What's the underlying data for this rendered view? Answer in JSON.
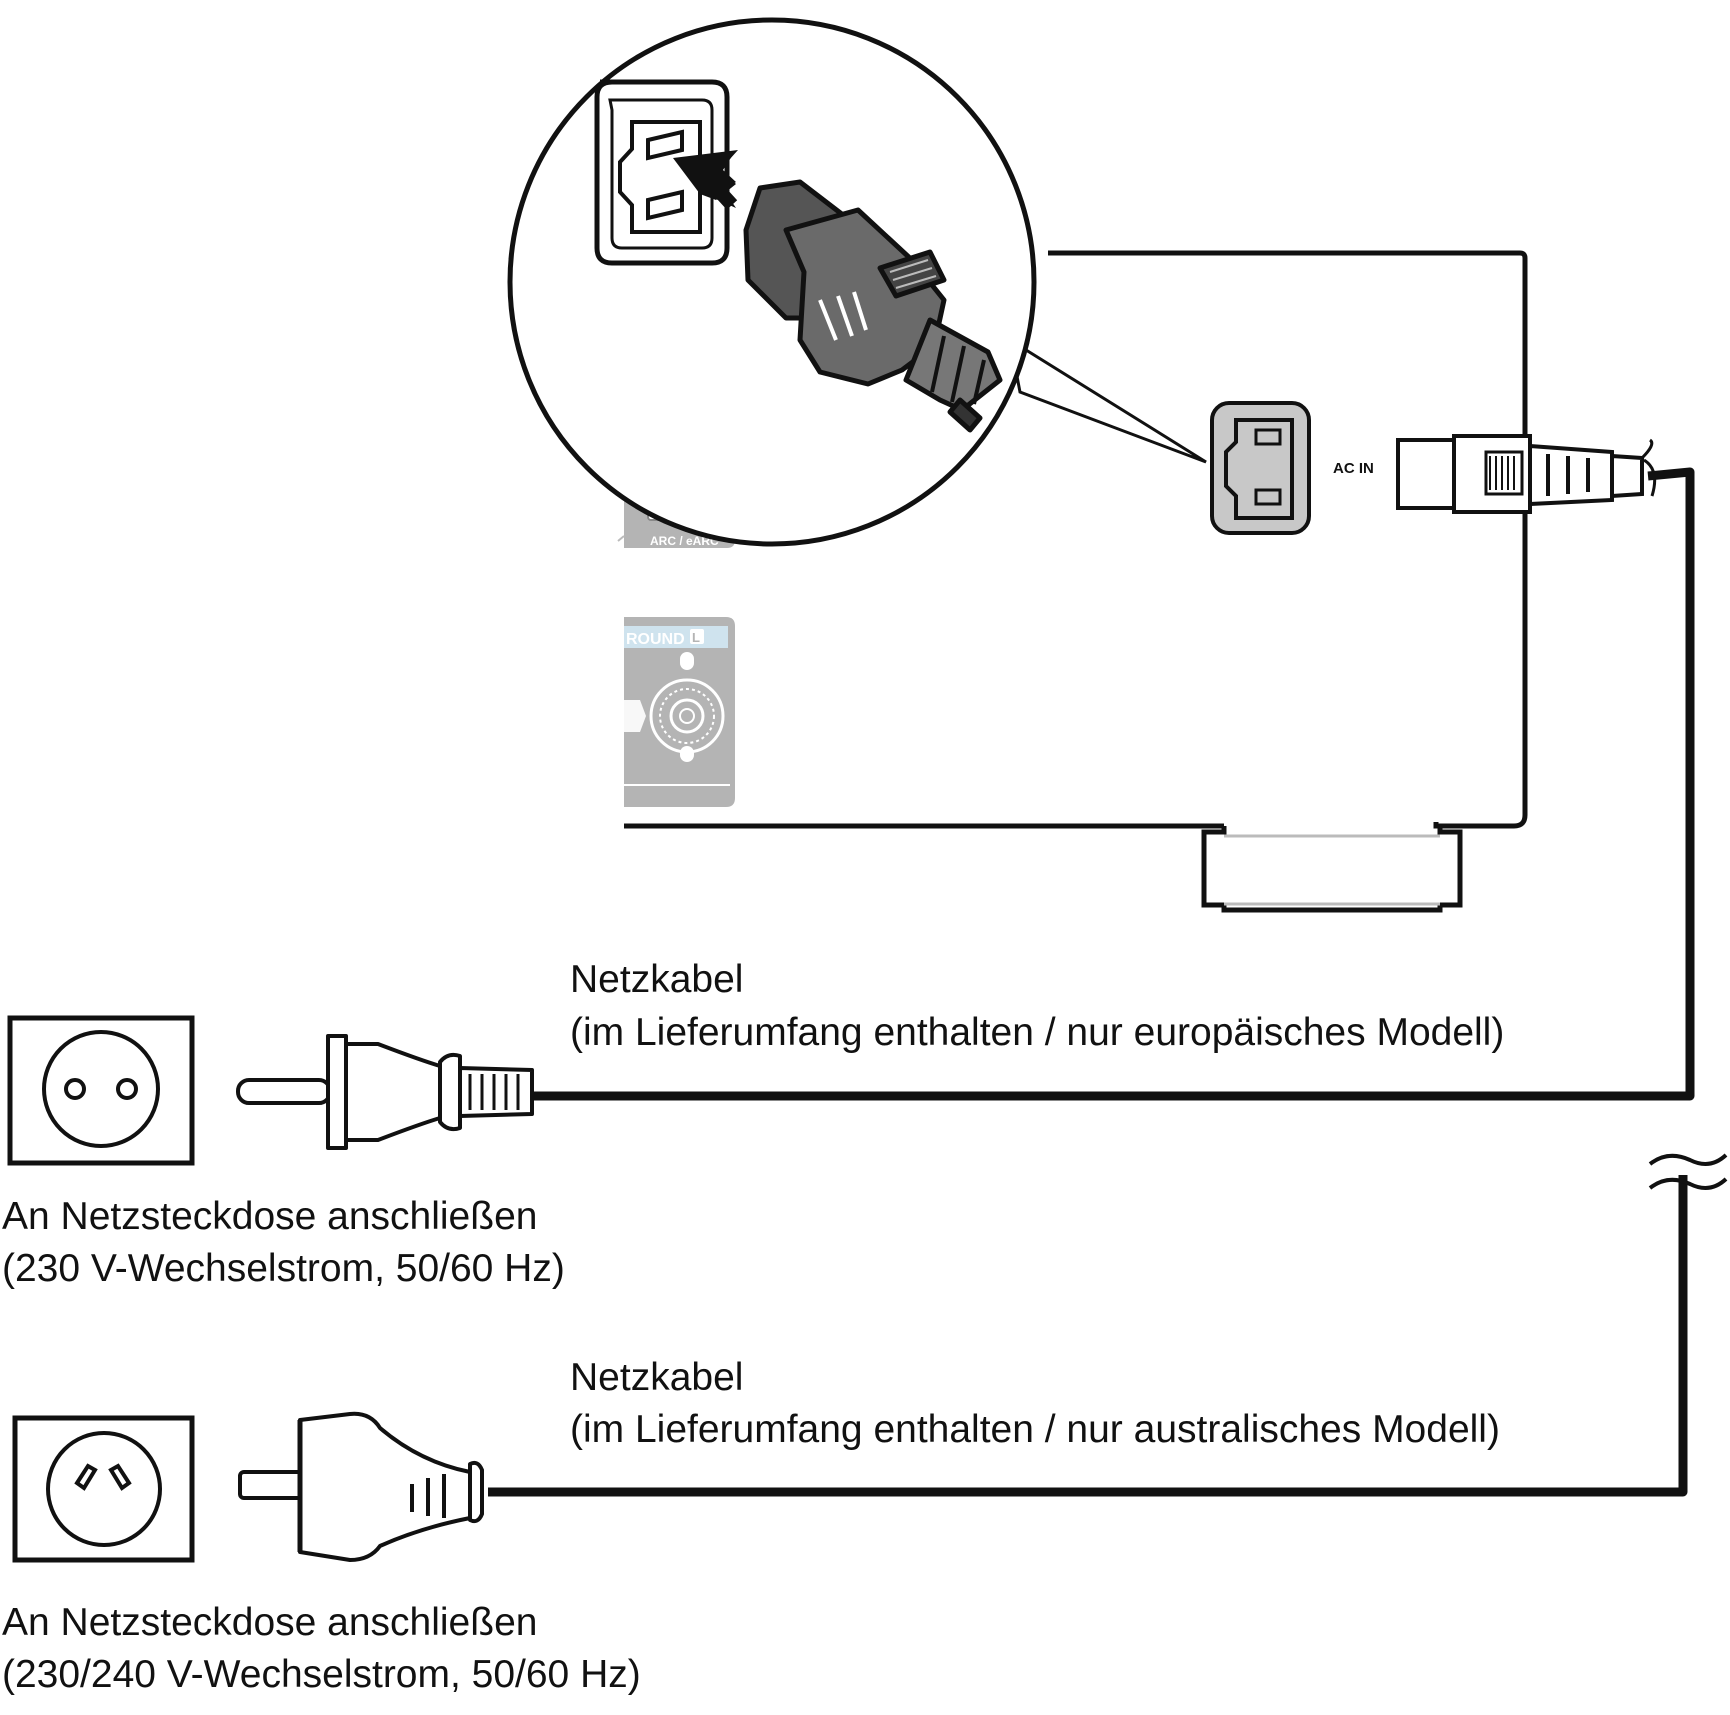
{
  "device": {
    "ac_in_label": "AC IN",
    "arc_label": "ARC / eARC",
    "surround_label": "ROUND",
    "surround_channel": "L"
  },
  "cables": [
    {
      "title": "Netzkabel",
      "note": "(im Lieferumfang enthalten / nur europäisches Modell)",
      "outlet_title": "An Netzsteckdose anschließen",
      "outlet_spec": "(230 V-Wechselstrom, 50/60 Hz)"
    },
    {
      "title": "Netzkabel",
      "note": "(im Lieferumfang enthalten / nur australisches Modell)",
      "outlet_title": "An Netzsteckdose anschließen",
      "outlet_spec": "(230/240 V-Wechselstrom, 50/60 Hz)"
    }
  ],
  "colors": {
    "line": "#111111",
    "inlet_fill": "#c8c8c8",
    "panel_fill": "#b4b4b4",
    "label_strip": "#cfe3ee"
  }
}
